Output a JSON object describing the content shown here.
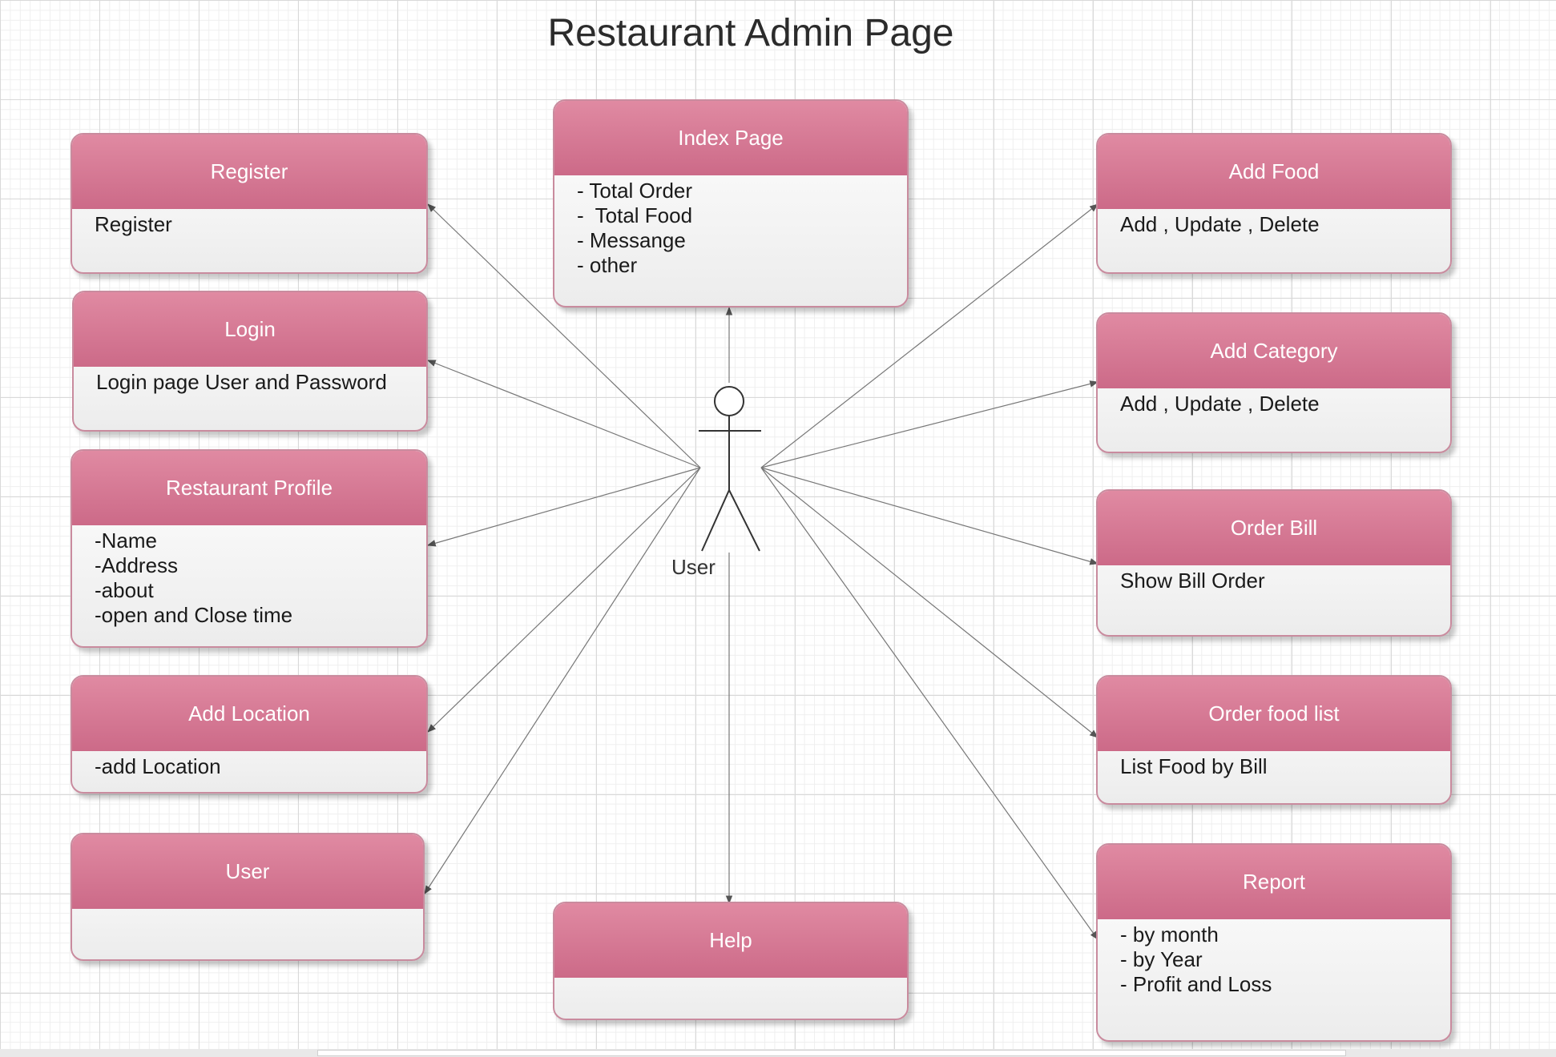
{
  "title": "Restaurant Admin Page",
  "actor": {
    "label": "User"
  },
  "boxes": {
    "register": {
      "title": "Register",
      "lines": [
        "Register"
      ]
    },
    "login": {
      "title": "Login",
      "lines": [
        "Login page User and Password"
      ]
    },
    "profile": {
      "title": "Restaurant Profile",
      "lines": [
        "-Name",
        "-Address",
        "-about",
        "-open and Close time"
      ]
    },
    "location": {
      "title": "Add Location",
      "lines": [
        "-add Location"
      ]
    },
    "user": {
      "title": "User",
      "lines": []
    },
    "index": {
      "title": "Index Page",
      "lines": [
        "- Total Order",
        "-  Total Food",
        "- Messange",
        "- other"
      ]
    },
    "help": {
      "title": "Help",
      "lines": []
    },
    "addfood": {
      "title": "Add Food",
      "lines": [
        "Add , Update , Delete"
      ]
    },
    "addcategory": {
      "title": "Add Category",
      "lines": [
        "Add , Update , Delete"
      ]
    },
    "orderbill": {
      "title": "Order  Bill",
      "lines": [
        "Show Bill Order"
      ]
    },
    "orderfood": {
      "title": "Order  food list",
      "lines": [
        "List Food by Bill"
      ]
    },
    "report": {
      "title": "Report",
      "lines": [
        "- by month",
        "- by Year",
        "- Profit and Loss"
      ]
    }
  }
}
